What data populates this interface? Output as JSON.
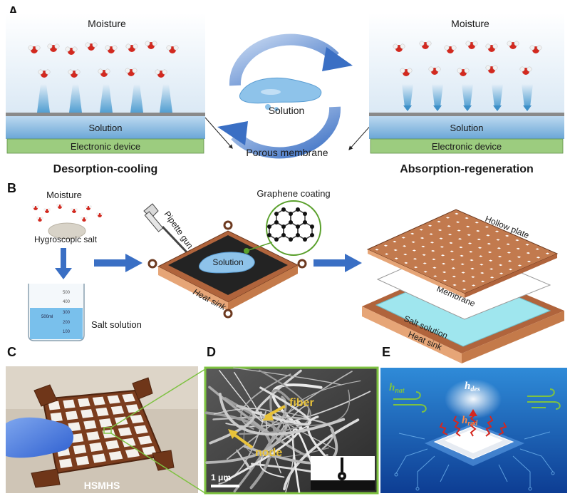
{
  "panel_a": {
    "letter": "A",
    "left": {
      "moisture": "Moisture",
      "solution": "Solution",
      "device": "Electronic device",
      "caption": "Desorption-cooling"
    },
    "center": {
      "solution": "Solution",
      "membrane": "Porous membrane"
    },
    "right": {
      "moisture": "Moisture",
      "solution": "Solution",
      "device": "Electronic device",
      "caption": "Absorption-regeneration"
    }
  },
  "panel_b": {
    "letter": "B",
    "moisture": "Moisture",
    "salt": "Hygroscopic salt",
    "salt_solution": "Salt solution",
    "pipette": "Pipette gun",
    "graphene": "Graphene coating",
    "solution": "Solution",
    "heat_sink": "Heat sink",
    "hollow_plate": "Hollow plate",
    "membrane": "Membrane",
    "stack_salt_solution": "Salt solution",
    "stack_heat_sink": "Heat sink",
    "beaker_marks": [
      "500",
      "400",
      "300",
      "200",
      "100"
    ],
    "beaker_volume": "500ml"
  },
  "panel_c": {
    "letter": "C",
    "label": "HSMHS"
  },
  "panel_d": {
    "letter": "D",
    "fiber": "fiber",
    "node": "node",
    "scale": "1 μm"
  },
  "panel_e": {
    "letter": "E",
    "h_nat": "h",
    "h_nat_sub": "nat",
    "h_des": "h",
    "h_des_sub": "des",
    "h_rad": "h",
    "h_rad_sub": "rad"
  },
  "colors": {
    "arrow_blue": "#3a6fc4",
    "solution_blue": "#7fb6e0",
    "device_green": "#9ccc7f",
    "copper": "#b0643c",
    "label_yellow": "#e8c23a"
  }
}
